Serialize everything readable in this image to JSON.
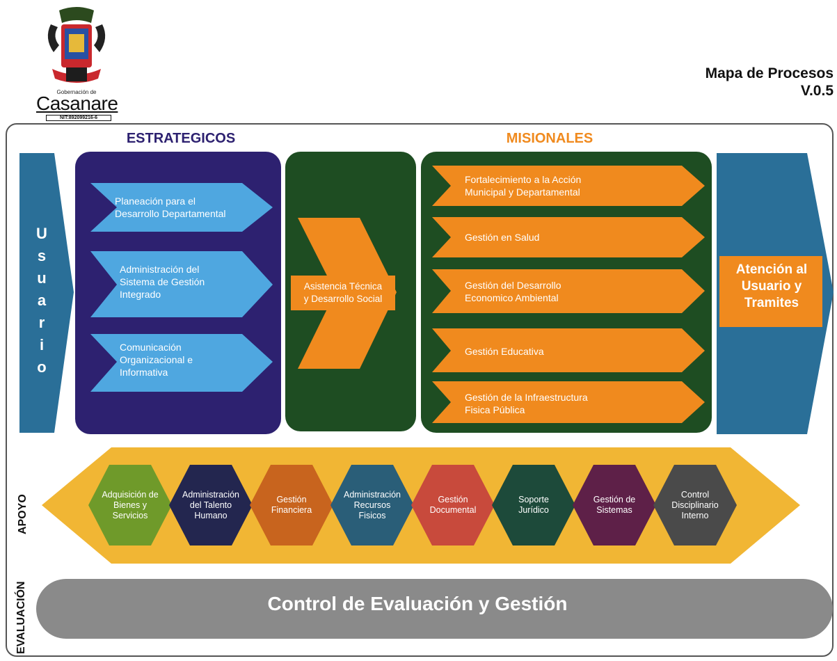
{
  "header": {
    "logo_subtitle": "Gobernación de",
    "logo_name": "Casanare",
    "logo_nit": "NIT:892099216-6",
    "title_line1": "Mapa de Procesos",
    "title_line2": "V.0.5"
  },
  "sections": {
    "estrategicos": "ESTRATEGICOS",
    "misionales": "MISIONALES",
    "apoyo": "APOYO",
    "evaluacion": "EVALUACIÓN"
  },
  "usuario": {
    "label": "U s u a r i o"
  },
  "estrategicos_items": [
    {
      "line1": "Planeación para el",
      "line2": "Desarrollo Departamental",
      "line3": ""
    },
    {
      "line1": "Administración del",
      "line2": "Sistema de Gestión",
      "line3": "Integrado"
    },
    {
      "line1": "Comunicación",
      "line2": "Organizacional e",
      "line3": "Informativa"
    }
  ],
  "asistencia": {
    "line1": "Asistencia Técnica",
    "line2": "y Desarrollo Social"
  },
  "misionales_items": [
    {
      "line1": "Fortalecimiento a la Acción",
      "line2": "Municipal y Departamental"
    },
    {
      "line1": "Gestión en Salud",
      "line2": ""
    },
    {
      "line1": "Gestión del Desarrollo",
      "line2": "Economico Ambiental"
    },
    {
      "line1": "Gestión Educativa",
      "line2": ""
    },
    {
      "line1": "Gestión de la Infraestructura",
      "line2": "Fisica Pública"
    }
  ],
  "atencion": {
    "line1": "Atención al",
    "line2": "Usuario y",
    "line3": "Tramites"
  },
  "apoyo_items": [
    {
      "line1": "Adquisición de",
      "line2": "Bienes y",
      "line3": "Servicios",
      "color": "#6f9a2a"
    },
    {
      "line1": "Administración",
      "line2": "del Talento",
      "line3": "Humano",
      "color": "#23264f"
    },
    {
      "line1": "Gestión",
      "line2": "Financiera",
      "line3": "",
      "color": "#c8641e"
    },
    {
      "line1": "Administración",
      "line2": "Recursos",
      "line3": "Fisicos",
      "color": "#2a5e78"
    },
    {
      "line1": "Gestión",
      "line2": "Documental",
      "line3": "",
      "color": "#c84a3c"
    },
    {
      "line1": "Soporte",
      "line2": "Jurídico",
      "line3": "",
      "color": "#1d4a3a"
    },
    {
      "line1": "Gestión de",
      "line2": "Sistemas",
      "line3": "",
      "color": "#5e2048"
    },
    {
      "line1": "Control",
      "line2": "Disciplinario",
      "line3": "Interno",
      "color": "#4a4a4a"
    }
  ],
  "control": {
    "label": "Control de Evaluación y Gestión"
  },
  "colors": {
    "purple": "#2d2170",
    "green": "#1e4d22",
    "orange": "#f08a1e",
    "blue": "#3d9ad8",
    "teal": "#2a6f98",
    "gold": "#f1b634",
    "grey": "#8a8a8a"
  }
}
